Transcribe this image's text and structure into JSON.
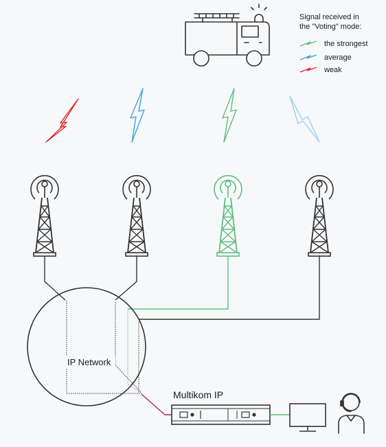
{
  "legend": {
    "title_line1": "Signal received in",
    "title_line2": "the \"Voting\" mode:",
    "items": [
      {
        "label": "the strongest",
        "color": "#5bbf7d"
      },
      {
        "label": "average",
        "color": "#3aa3e0"
      },
      {
        "label": "weak",
        "color": "#e0282e"
      }
    ]
  },
  "network_label": "IP Network",
  "device_label": "Multikom IP",
  "colors": {
    "line": "#333333",
    "strongest": "#5bbf7d",
    "average": "#3aa3e0",
    "weak": "#e0282e",
    "faint_blue": "#9fd0ee",
    "magenta": "#a0267d",
    "background": "#f7f8fa"
  },
  "towers": [
    {
      "signal": "weak"
    },
    {
      "signal": "average"
    },
    {
      "signal": "strongest"
    },
    {
      "signal": "average"
    }
  ],
  "icons": {
    "vehicle": "fire-truck-icon",
    "tower": "radio-tower-icon",
    "signal": "lightning-bolt-icon",
    "monitor": "monitor-icon",
    "operator": "headset-operator-icon"
  }
}
